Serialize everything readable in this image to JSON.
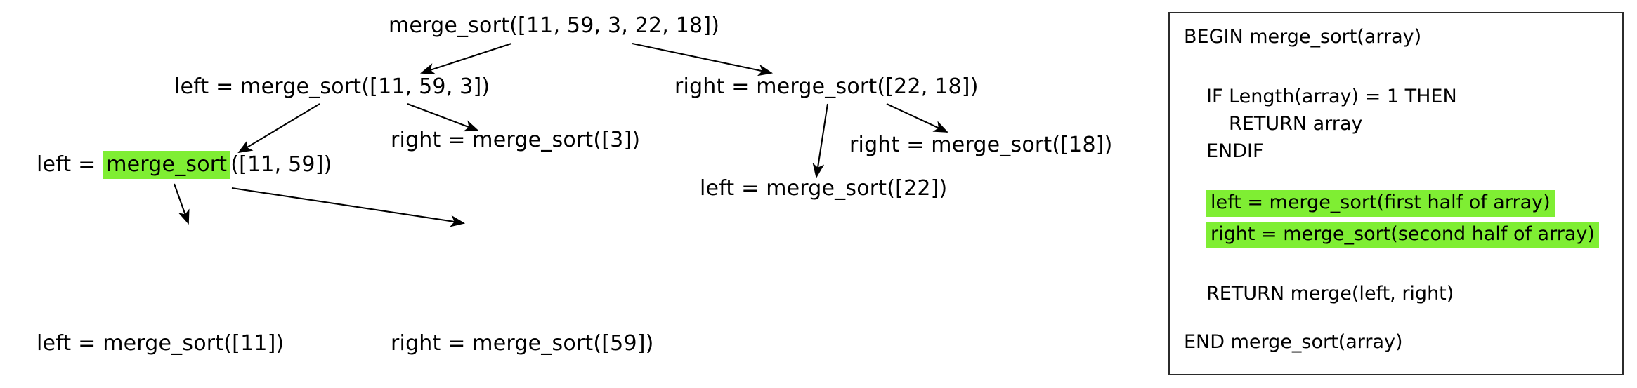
{
  "diagram": {
    "title": "merge sort recursion tree",
    "highlight_color": "#7fee33",
    "tree": {
      "root": {
        "label": "merge_sort([11, 59, 3, 22, 18])"
      },
      "level2": {
        "left": "left = merge_sort([11, 59, 3])",
        "right": "right = merge_sort([22, 18])"
      },
      "level3": {
        "left_right": "right = merge_sort([3])",
        "right_right": "right = merge_sort([18])",
        "right_left": "left = merge_sort([22])"
      },
      "highlighted_node": {
        "prefix": "left = ",
        "highlighted": "merge_sort",
        "suffix": "([11, 59])"
      },
      "level5": {
        "left": "left = merge_sort([11])",
        "right": "right = merge_sort([59])"
      }
    }
  },
  "pseudocode": {
    "lines": [
      {
        "text": "BEGIN merge_sort(array)",
        "highlighted": false
      },
      {
        "text": "IF Length(array) = 1 THEN",
        "highlighted": false
      },
      {
        "text": "RETURN array",
        "highlighted": false
      },
      {
        "text": "ENDIF",
        "highlighted": false
      },
      {
        "text": "left = merge_sort(first half of array)",
        "highlighted": true
      },
      {
        "text": "right = merge_sort(second half of array)",
        "highlighted": true
      },
      {
        "text": "RETURN merge(left, right)",
        "highlighted": false
      },
      {
        "text": "END merge_sort(array)",
        "highlighted": false
      }
    ]
  }
}
